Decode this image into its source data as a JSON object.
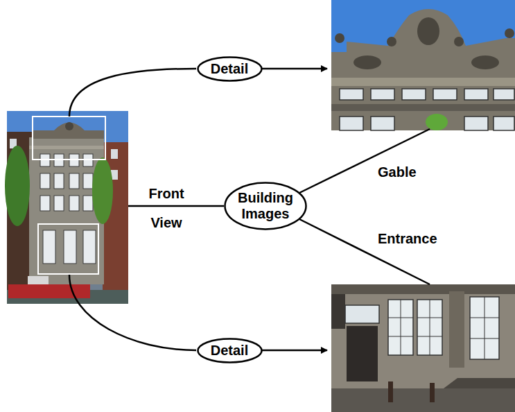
{
  "diagram": {
    "nodes": [
      {
        "text": [
          "Detail"
        ]
      },
      {
        "text": [
          "Building Images"
        ]
      },
      {
        "text": [
          "Detail"
        ]
      }
    ],
    "labels": [
      "Front View",
      "Gable",
      "Entrance"
    ]
  }
}
